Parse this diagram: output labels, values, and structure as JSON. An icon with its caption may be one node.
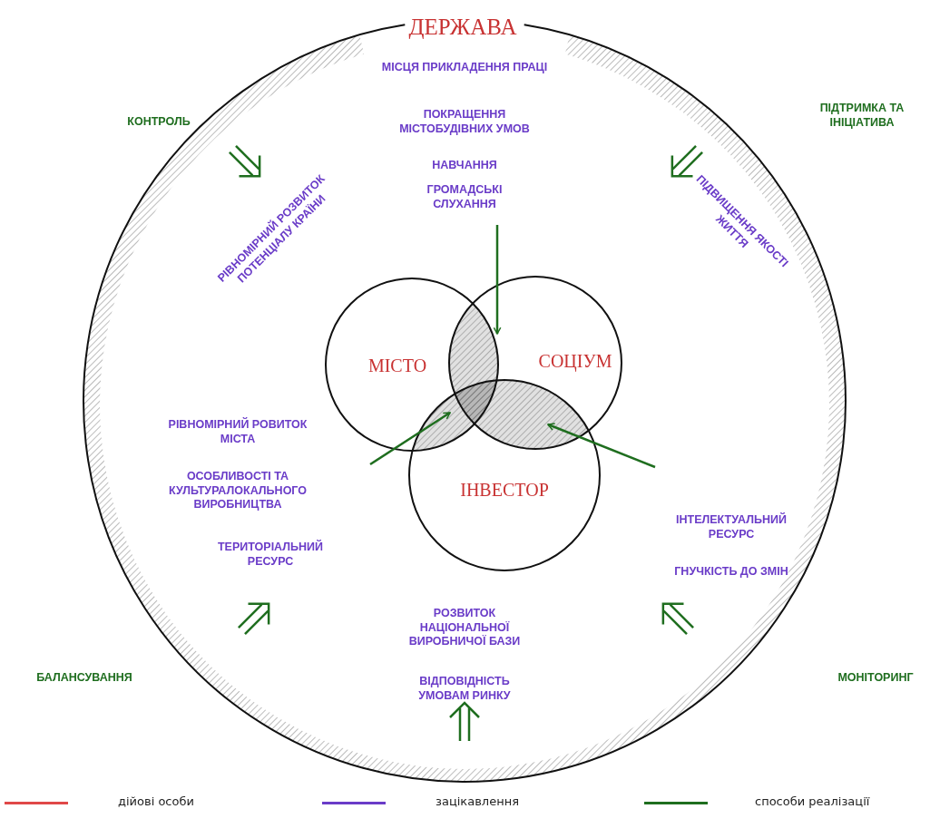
{
  "diagram": {
    "nodes": [
      {
        "text": [
          "ДЕРЖАВА"
        ]
      },
      {
        "text": [
          "МІСТО"
        ],
        "in": 0
      },
      {
        "text": [
          "СОЦІУМ"
        ],
        "in": 0
      },
      {
        "text": [
          "ІНВЕСТОР"
        ],
        "in": 0
      },
      {
        "text": [],
        "shape": "lens"
      },
      {
        "text": [],
        "shape": "lens"
      },
      {
        "text": [],
        "shape": "lens"
      }
    ],
    "edges": [
      {
        "from": null,
        "to": 4,
        "arrow": "to"
      },
      {
        "from": null,
        "to": 5,
        "arrow": "to"
      },
      {
        "from": null,
        "to": 6,
        "arrow": "to"
      }
    ],
    "labels": [
      "МІСЦЯ ПРИКЛАДЕННЯ ПРАЦІ",
      "КОНТРОЛЬ",
      "ПОКРАЩЕННЯ МІСТОБУДІВНИХ УМОВ",
      "ПІДТРИМКА ТА ІНІЦІАТИВА",
      "НАВЧАННЯ",
      "ГРОМАДСЬКІ СЛУХАННЯ",
      "РІВНОМІРНИЙ РОЗВИТОК ПОТЕНЦІАЛУ КРАЇНИ",
      "ПІДВИЩЕННЯ ЯКОСТІ ЖИТТЯ",
      "РІВНОМІРНИЙ РОВИТОК МІСТА",
      "ОСОБЛИВОСТІ ТА КУЛЬТУРАЛОКАЛЬНОГО ВИРОБНИЦТВА",
      "ІНТЕЛЕКТУАЛЬНИЙ РЕСУРС",
      "ТЕРИТОРІАЛЬНИЙ РЕСУРС",
      "ГНУЧКІСТЬ ДО ЗМІН",
      "РОЗВИТОК НАЦІОНАЛЬНОЇ ВИРОБНИЧОЇ БАЗИ",
      "БАЛАНСУВАННЯ",
      "МОНІТОРИНГ",
      "ВІДПОВІДНІСТЬ УМОВАМ РИНКУ"
    ],
    "legend": [
      {
        "text": "дійові особи",
        "color": "#e04848"
      },
      {
        "text": "зацікавлення",
        "color": "#6a3cc8"
      },
      {
        "text": "способи реалізації",
        "color": "#1f6e1f"
      }
    ]
  }
}
